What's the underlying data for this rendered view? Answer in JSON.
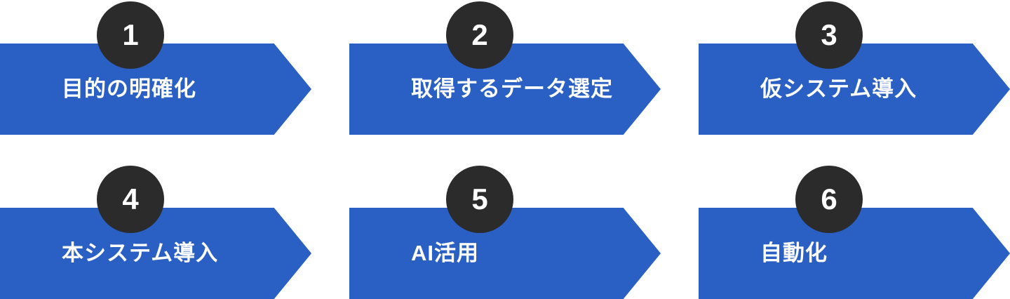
{
  "diagram": {
    "type": "process-flow-arrows",
    "rows": 2,
    "columns": 3,
    "colors": {
      "arrow": "#2a5fc4",
      "badge": "#2b2b2b",
      "label_text": "#ffffff",
      "background": "#ffffff"
    },
    "steps": [
      {
        "number": "1",
        "label": "目的の明確化"
      },
      {
        "number": "2",
        "label": "取得するデータ選定"
      },
      {
        "number": "3",
        "label": "仮システム導入"
      },
      {
        "number": "4",
        "label": "本システム導入"
      },
      {
        "number": "5",
        "label": "AI活用"
      },
      {
        "number": "6",
        "label": "自動化"
      }
    ]
  }
}
